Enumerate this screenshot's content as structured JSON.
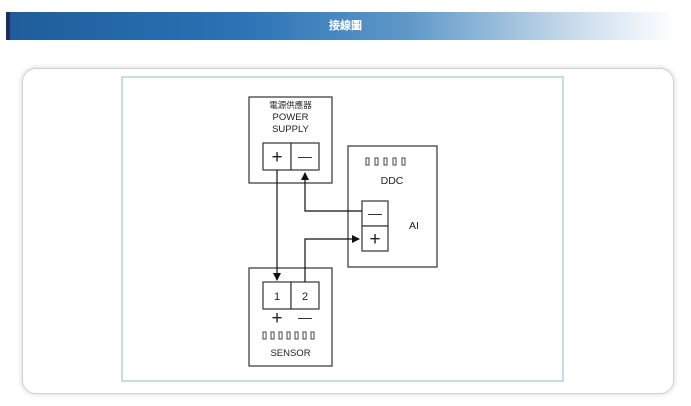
{
  "header": {
    "title": "接線圖"
  },
  "diagram": {
    "power_supply": {
      "label_cn": "電源供應器",
      "label_line1": "POWER",
      "label_line2": "SUPPLY",
      "plus": "+",
      "minus": "—"
    },
    "ddc": {
      "label": "DDC",
      "ai_label": "AI",
      "minus": "—",
      "plus": "+",
      "led_row": "▯▯▯▯▯"
    },
    "sensor": {
      "label": "SENSOR",
      "terminal_1": "1",
      "terminal_2": "2",
      "plus": "+",
      "minus": "—",
      "led_row": "▯▯▯▯▯▯▯"
    }
  }
}
